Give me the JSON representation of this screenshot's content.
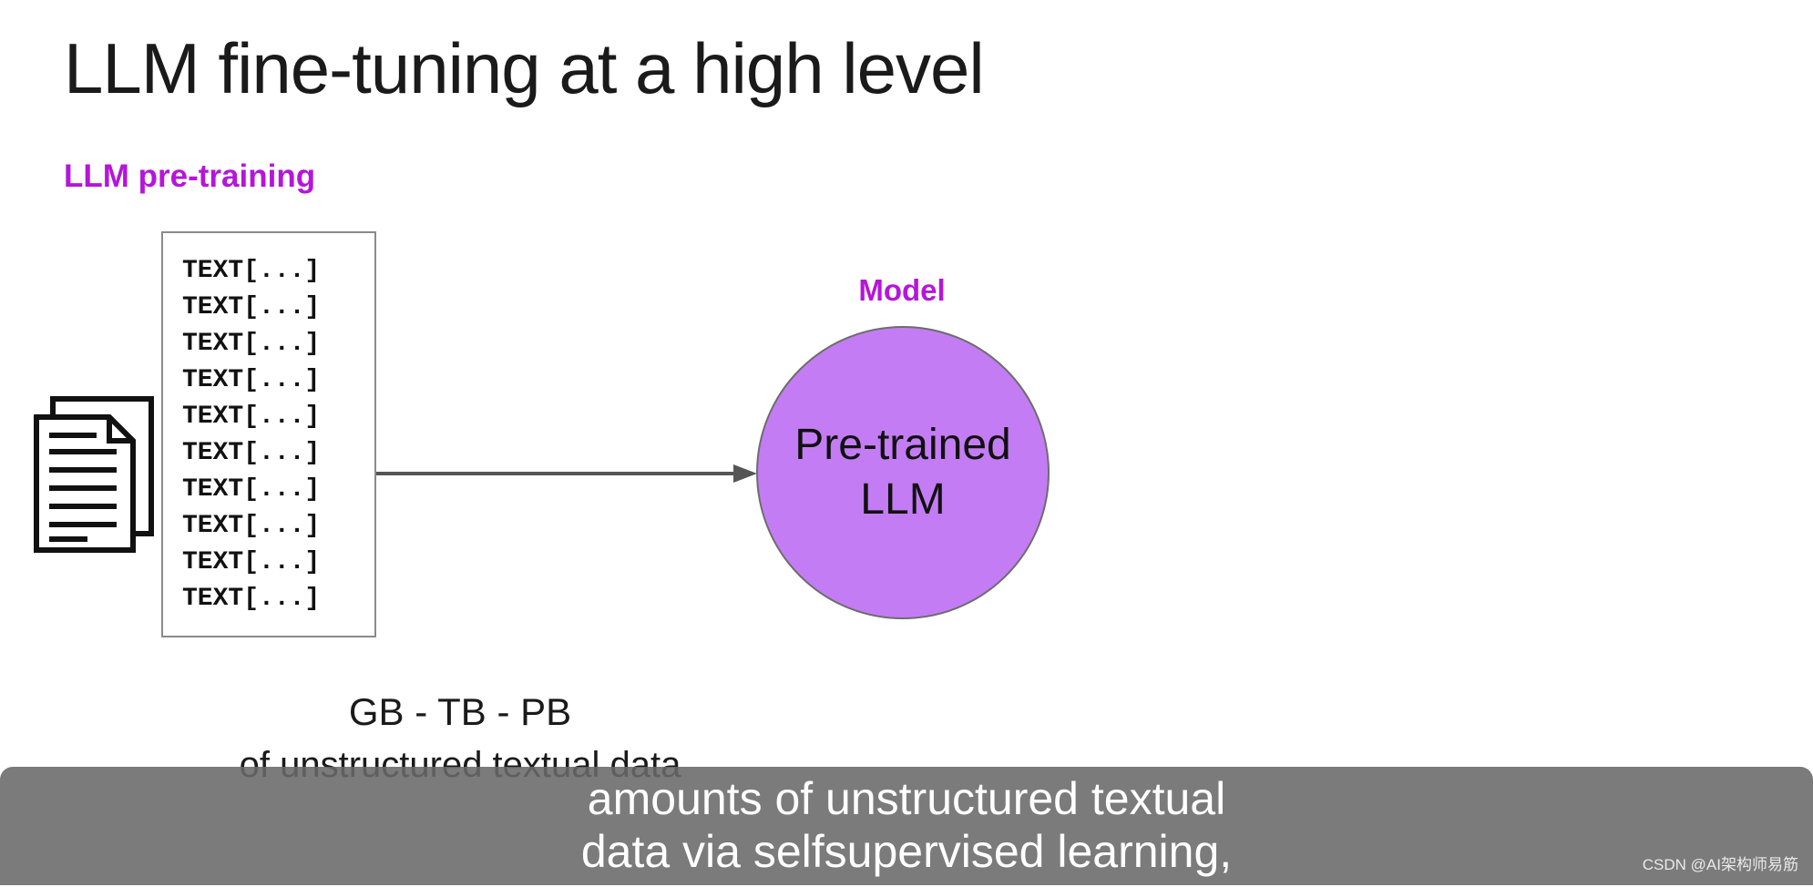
{
  "slide": {
    "title": "LLM fine-tuning at a high level",
    "section_label": "LLM pre-training"
  },
  "text_box": {
    "lines": [
      "TEXT[...]",
      "TEXT[...]",
      "TEXT[...]",
      "TEXT[...]",
      "TEXT[...]",
      "TEXT[...]",
      "TEXT[...]",
      "TEXT[...]",
      "TEXT[...]",
      "TEXT[...]"
    ]
  },
  "model": {
    "label": "Model",
    "name": "Pre-trained\nLLM",
    "fill_color": "#c47cf4"
  },
  "data_caption": {
    "size": "GB - TB - PB",
    "desc": "of unstructured textual data"
  },
  "subtitle": {
    "line1": "amounts of unstructured textual",
    "line2": "data via selfsupervised learning,"
  },
  "watermark": "CSDN @AI架构师易筋",
  "colors": {
    "accent": "#b516d9",
    "circle": "#c47cf4",
    "arrow": "#555555"
  },
  "icons": [
    "document-stack-icon",
    "arrow-right-icon"
  ]
}
